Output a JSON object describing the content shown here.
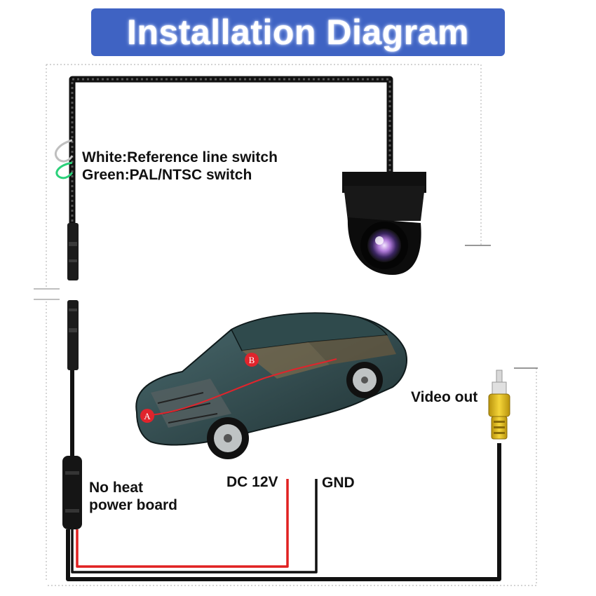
{
  "title": "Installation Diagram",
  "labels": {
    "white_wire": "White:Reference line switch",
    "green_wire": "Green:PAL/NTSC switch",
    "video_out": "Video out",
    "power_board_line1": "No heat",
    "power_board_line2": "power board",
    "dc12v": "DC 12V",
    "gnd": "GND",
    "point_a": "A",
    "point_b": "B"
  },
  "colors": {
    "banner": "#3f63c3",
    "cable": "#111111",
    "power_wire": "#e02020",
    "green_wire": "#2bd17a",
    "rca_yellow": "#e8c21a",
    "marker_red": "#e0242c"
  }
}
